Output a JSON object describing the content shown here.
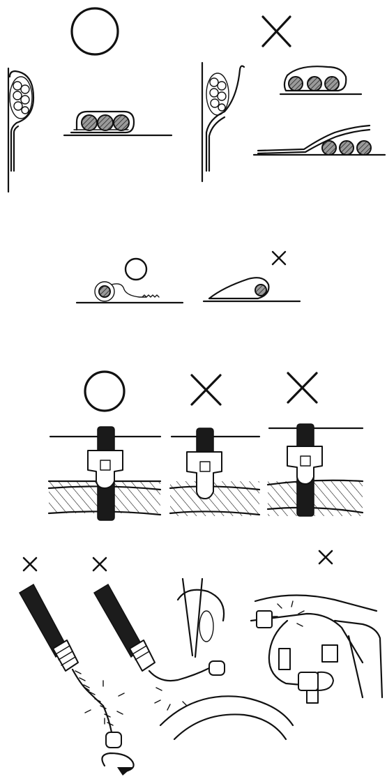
{
  "panels": [
    {
      "id": "flat-cable-fold",
      "marks": [
        "circle",
        "cross"
      ]
    },
    {
      "id": "clip-wrap",
      "marks": [
        "circle",
        "cross"
      ]
    },
    {
      "id": "band-clamp",
      "marks": [
        "circle",
        "cross",
        "cross"
      ]
    },
    {
      "id": "wire-damage",
      "marks": [
        "cross",
        "cross",
        "cross"
      ]
    }
  ],
  "icon_names": {
    "ok": "circle-ok-icon",
    "ng": "cross-ng-icon"
  },
  "colors": {
    "ink": "#111111",
    "paper": "#ffffff"
  }
}
